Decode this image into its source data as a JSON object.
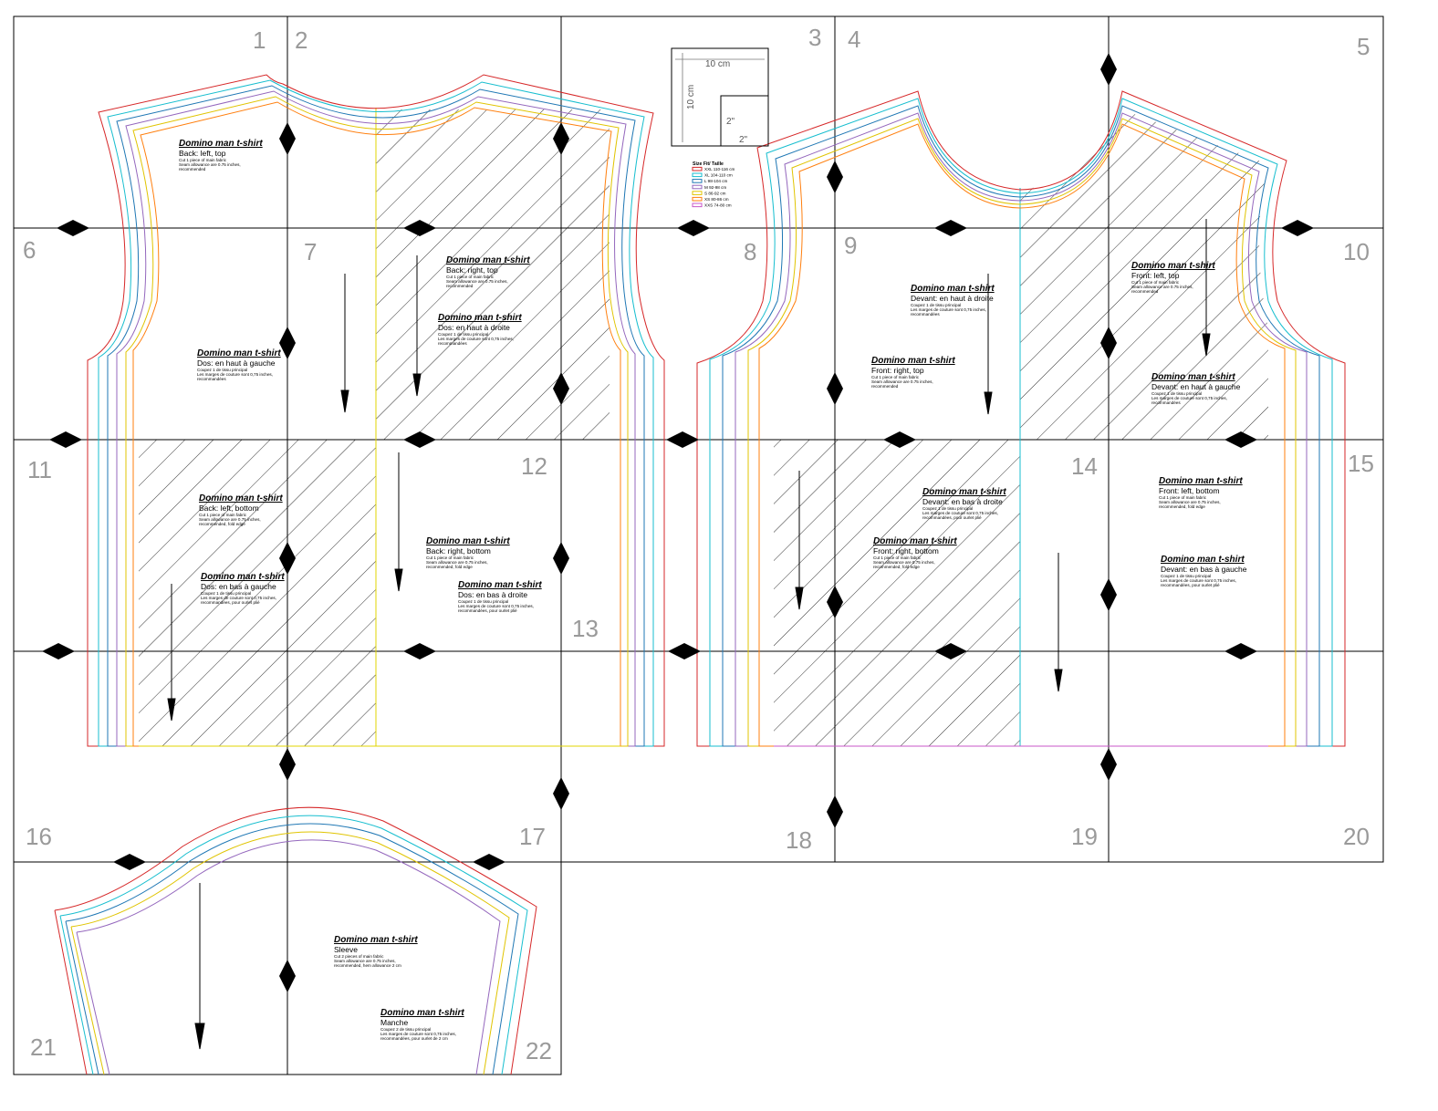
{
  "tiles": [
    "1",
    "2",
    "3",
    "4",
    "5",
    "6",
    "7",
    "8",
    "9",
    "10",
    "11",
    "12",
    "13",
    "14",
    "15",
    "16",
    "17",
    "18",
    "19",
    "20",
    "21",
    "22"
  ],
  "scale_box": {
    "width_label": "10 cm",
    "height_label": "10 cm",
    "inch_label_h": "2\"",
    "inch_label_v": "2\""
  },
  "size_legend": {
    "title": "Size Fit/ Taille",
    "entries": [
      {
        "label": "XXL 110-116 cm",
        "color": "#d62728"
      },
      {
        "label": "XL 104-110 cm",
        "color": "#17becf"
      },
      {
        "label": "L 98-104 cm",
        "color": "#1f77b4"
      },
      {
        "label": "M 92-98 cm",
        "color": "#9467bd"
      },
      {
        "label": "S 86-92 cm",
        "color": "#e0c400"
      },
      {
        "label": "XS 80-86 cm",
        "color": "#ff7f0e"
      },
      {
        "label": "XXS 74-80 cm",
        "color": "#c957c9"
      }
    ]
  },
  "pieces": [
    {
      "title": "Domino man t-shirt",
      "name": "Back: left, top",
      "note": [
        "Cut 1 piece of main fabric",
        "Seam allowance are 0.75 inches,",
        "recommended"
      ]
    },
    {
      "title": "Domino man t-shirt",
      "name": "Back: right, top",
      "note": [
        "Cut 1 piece of main fabric",
        "Seam allowance are 0.75 inches,",
        "recommended"
      ]
    },
    {
      "title": "Domino man t-shirt",
      "name": "Dos: en haut à droite",
      "note": [
        "Coupez 1 de tissu principal",
        "Les marges de couture sont 0,75 inches,",
        "recommandées"
      ]
    },
    {
      "title": "Domino man t-shirt",
      "name": "Dos: en haut à gauche",
      "note": [
        "Coupez 1 de tissu principal",
        "Les marges de couture sont 0,75 inches,",
        "recommandées"
      ]
    },
    {
      "title": "Domino man t-shirt",
      "name": "Devant: en haut à droite",
      "note": [
        "Coupez 1 de tissu principal",
        "Les marges de couture sont 0,75 inches,",
        "recommandées"
      ]
    },
    {
      "title": "Domino man t-shirt",
      "name": "Front: right, top",
      "note": [
        "Cut 1 piece of main fabric",
        "Seam allowance are 0.75 inches,",
        "recommended"
      ]
    },
    {
      "title": "Domino man t-shirt",
      "name": "Front: left, top",
      "note": [
        "Cut 1 piece of main fabric",
        "Seam allowance are 0.75 inches,",
        "recommended"
      ]
    },
    {
      "title": "Domino man t-shirt",
      "name": "Devant: en haut à gauche",
      "note": [
        "Coupez 1 de tissu principal",
        "Les marges de couture sont 0,75 inches,",
        "recommandées"
      ]
    },
    {
      "title": "Domino man t-shirt",
      "name": "Back: left, bottom",
      "note": [
        "Cut 1 piece of main fabric",
        "Seam allowance are 0.75 inches,",
        "recommended, fold edge"
      ]
    },
    {
      "title": "Domino man t-shirt",
      "name": "Dos: en bas à gauche",
      "note": [
        "Coupez 1 de tissu principal",
        "Les marges de couture sont 0,75 inches,",
        "recommandées, pour ourlet plié"
      ]
    },
    {
      "title": "Domino man t-shirt",
      "name": "Back: right, bottom",
      "note": [
        "Cut 1 piece of main fabric",
        "Seam allowance are 0.75 inches,",
        "recommended, fold edge"
      ]
    },
    {
      "title": "Domino man t-shirt",
      "name": "Dos: en bas à droite",
      "note": [
        "Coupez 1 de tissu principal",
        "Les marges de couture sont 0,75 inches,",
        "recommandées, pour ourlet plié"
      ]
    },
    {
      "title": "Domino man t-shirt",
      "name": "Devant: en bas à droite",
      "note": [
        "Coupez 1 de tissu principal",
        "Les marges de couture sont 0,75 inches,",
        "recommandées, pour ourlet plié"
      ]
    },
    {
      "title": "Domino man t-shirt",
      "name": "Front: right, bottom",
      "note": [
        "Cut 1 piece of main fabric",
        "Seam allowance are 0.75 inches,",
        "recommended, fold edge"
      ]
    },
    {
      "title": "Domino man t-shirt",
      "name": "Front: left, bottom",
      "note": [
        "Cut 1 piece of main fabric",
        "Seam allowance are 0.75 inches,",
        "recommended, fold edge"
      ]
    },
    {
      "title": "Domino man t-shirt",
      "name": "Devant: en bas à gauche",
      "note": [
        "Coupez 1 de tissu principal",
        "Les marges de couture sont 0,75 inches,",
        "recommandées, pour ourlet plié"
      ]
    },
    {
      "title": "Domino man t-shirt",
      "name": "Sleeve",
      "note": [
        "Cut 2 pieces of main fabric",
        "Seam allowance are 0.75 inches,",
        "recommended, hem allowance 2 cm"
      ]
    },
    {
      "title": "Domino man t-shirt",
      "name": "Manche",
      "note": [
        "Coupez 2 de tissu principal",
        "Les marges de couture sont 0,75 inches,",
        "recommandées, pour ourlet de 2 cm"
      ]
    }
  ]
}
